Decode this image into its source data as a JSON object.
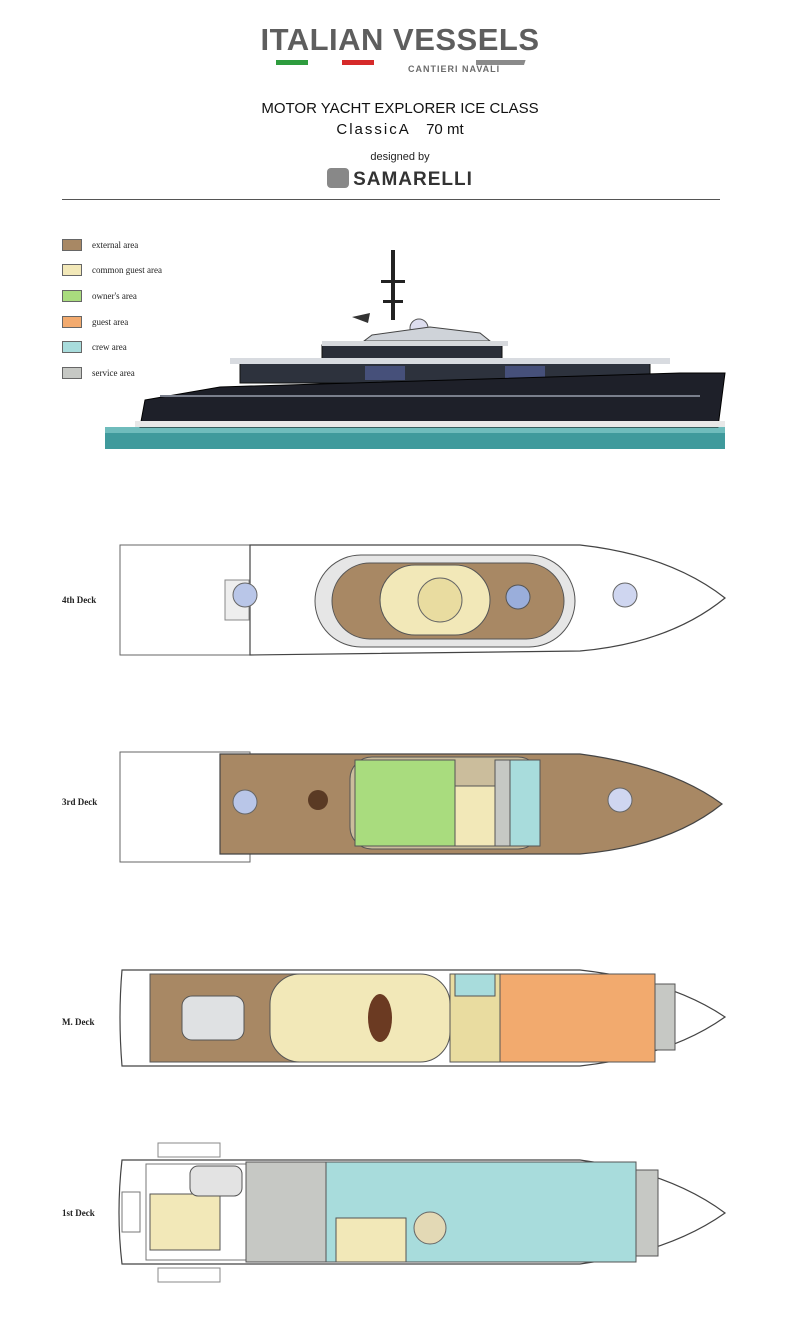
{
  "brand": {
    "name": "ITALIAN VESSELS",
    "subtitle": "CANTIERI NAVALI",
    "flag_colors": [
      "#2e9c3e",
      "#ffffff",
      "#d62a2a"
    ]
  },
  "header": {
    "title": "MOTOR YACHT EXPLORER ICE CLASS",
    "model": "ClassicA",
    "length": "70 mt",
    "designed_by": "designed by",
    "designer": "SAMARELLI"
  },
  "legend": [
    {
      "label": "external area",
      "color": "#a88864"
    },
    {
      "label": "common guest area",
      "color": "#f2e8b8"
    },
    {
      "label": "owner's area",
      "color": "#a9dc7e"
    },
    {
      "label": "guest area",
      "color": "#f2aa6e"
    },
    {
      "label": "crew area",
      "color": "#a8dcdc"
    },
    {
      "label": "service area",
      "color": "#c6c8c4"
    }
  ],
  "decks": [
    {
      "label": "4th Deck"
    },
    {
      "label": "3rd Deck"
    },
    {
      "label": "M. Deck"
    },
    {
      "label": "1st Deck"
    }
  ]
}
